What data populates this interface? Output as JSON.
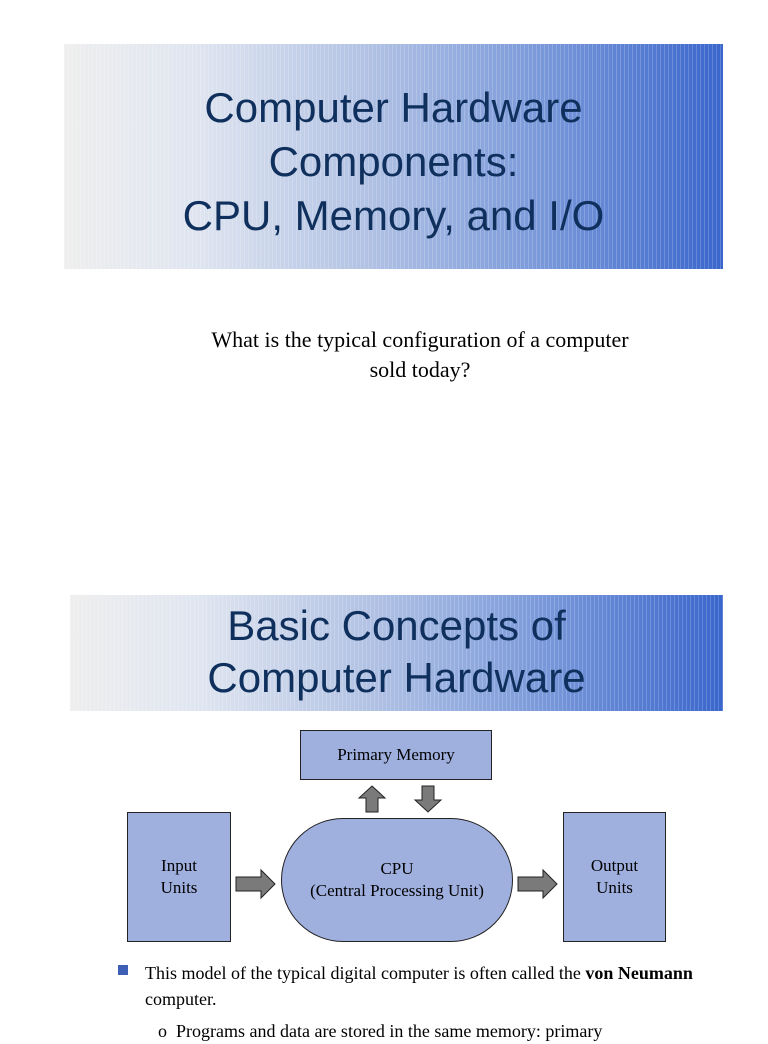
{
  "slide1": {
    "title_lines": [
      "Computer Hardware",
      "Components:",
      "CPU, Memory, and I/O"
    ],
    "question_lines": [
      "What is the typical configuration of a computer",
      "sold today?"
    ]
  },
  "slide2": {
    "title_lines": [
      "Basic Concepts of",
      "Computer Hardware"
    ],
    "diagram": {
      "memory": "Primary Memory",
      "input_lines": [
        "Input",
        "Units"
      ],
      "cpu_lines": [
        "CPU",
        "(Central Processing Unit)"
      ],
      "output_lines": [
        "Output",
        "Units"
      ]
    },
    "bullet": {
      "text_before": "This model of the typical digital computer is often called the ",
      "bold": "von Neumann",
      "text_after": " computer."
    },
    "sub_bullet": {
      "marker": "o",
      "text": "Programs and data are stored in the same memory: primary"
    }
  },
  "colors": {
    "title_text": "#0f2f5d",
    "box_fill": "#9fb0df",
    "arrow_fill": "#7a7a7a",
    "bullet": "#3d5fb5",
    "banner_end": "#3a66cc"
  }
}
